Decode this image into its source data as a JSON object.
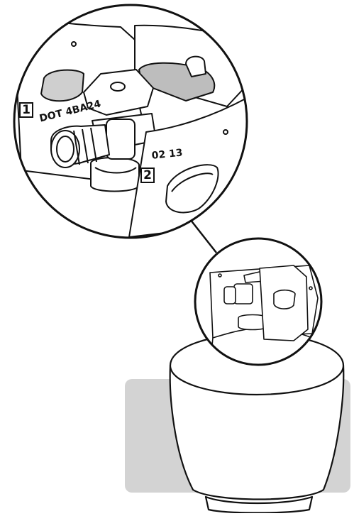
{
  "callouts": [
    {
      "number": "1",
      "stamp": "DOT 4BA24"
    },
    {
      "number": "2",
      "stamp": "02 13"
    }
  ],
  "colors": {
    "line": "#111111",
    "fill": "#ffffff",
    "backdrop": "#d3d3d3",
    "hole": "#cfcfcf",
    "cutout": "#bdbdbd"
  },
  "icons": {
    "tank": "propane-tank-illustration",
    "valve": "cylinder-valve-illustration",
    "magnifier": "detail-magnifier-circle"
  }
}
